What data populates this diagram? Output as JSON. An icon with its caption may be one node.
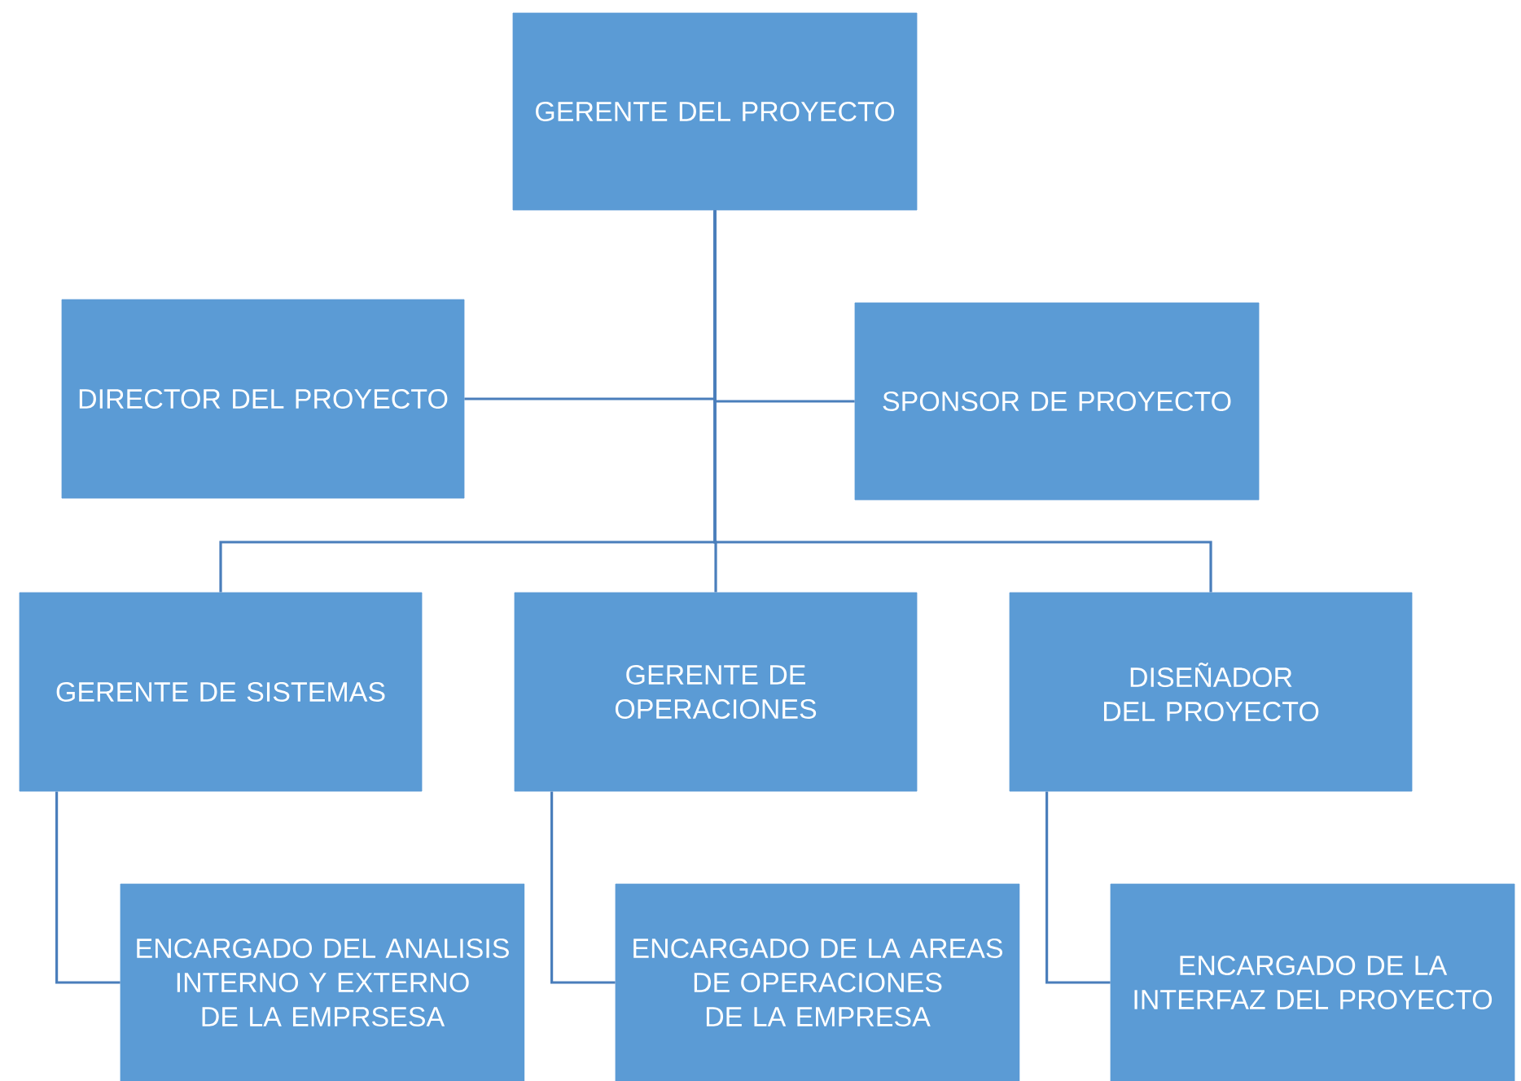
{
  "diagram": {
    "nodes": [
      {
        "text": [
          "GERENTE DEL PROYECTO"
        ]
      },
      {
        "text": [
          "DIRECTOR DEL PROYECTO"
        ]
      },
      {
        "text": [
          "SPONSOR DE PROYECTO"
        ]
      },
      {
        "text": [
          "GERENTE DE SISTEMAS"
        ]
      },
      {
        "text": [
          "GERENTE DE OPERACIONES"
        ]
      },
      {
        "text": [
          "DISEÑADOR DEL PROYECTO"
        ]
      },
      {
        "text": [
          "ENCARGADO DEL ANALISIS INTERNO Y EXTERNO DE LA EMPRSESA"
        ]
      },
      {
        "text": [
          "ENCARGADO DE LA AREAS DE OPERACIONES DE LA EMPRESA"
        ]
      },
      {
        "text": [
          "ENCARGADO DE LA INTERFAZ DEL PROYECTO"
        ]
      }
    ],
    "edges": [
      {
        "from": 0,
        "to": 1,
        "arrow": "none"
      },
      {
        "from": 0,
        "to": 2,
        "arrow": "none"
      },
      {
        "from": 0,
        "to": 3,
        "arrow": "none"
      },
      {
        "from": 0,
        "to": 4,
        "arrow": "none"
      },
      {
        "from": 0,
        "to": 5,
        "arrow": "none"
      },
      {
        "from": 3,
        "to": 6,
        "arrow": "none"
      },
      {
        "from": 4,
        "to": 7,
        "arrow": "none"
      },
      {
        "from": 5,
        "to": 8,
        "arrow": "none"
      }
    ]
  }
}
